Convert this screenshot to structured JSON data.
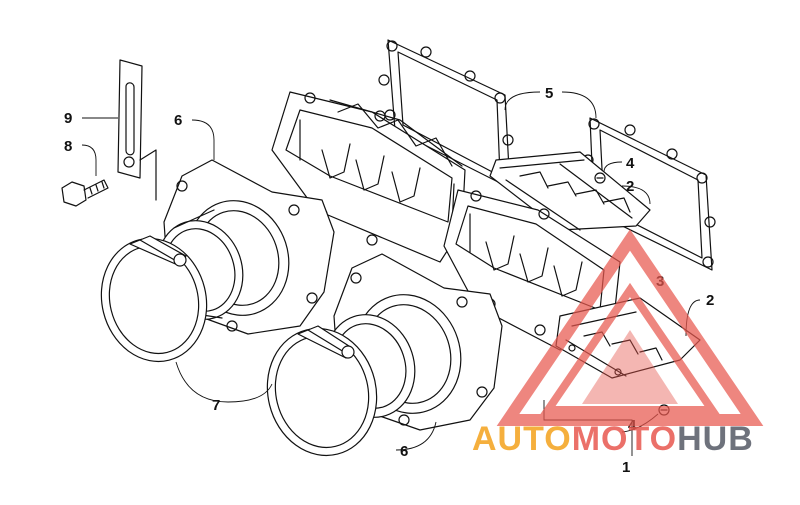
{
  "diagram": {
    "callouts": [
      {
        "id": "c9",
        "label": "9"
      },
      {
        "id": "c8",
        "label": "8"
      },
      {
        "id": "c6a",
        "label": "6"
      },
      {
        "id": "c5",
        "label": "5"
      },
      {
        "id": "c4a",
        "label": "4"
      },
      {
        "id": "c2a",
        "label": "2"
      },
      {
        "id": "c3",
        "label": "3"
      },
      {
        "id": "c2b",
        "label": "2"
      },
      {
        "id": "c7",
        "label": "7"
      },
      {
        "id": "c4b",
        "label": "4"
      },
      {
        "id": "c6b",
        "label": "6"
      },
      {
        "id": "c1",
        "label": "1"
      }
    ]
  },
  "watermark": {
    "part1": "AUTO",
    "part2": "MOTO",
    "part3": "HUB",
    "colors": {
      "auto": "#f4a21c",
      "moto": "#e8584f",
      "hub": "#555a66",
      "logo": "#e8584f"
    }
  }
}
